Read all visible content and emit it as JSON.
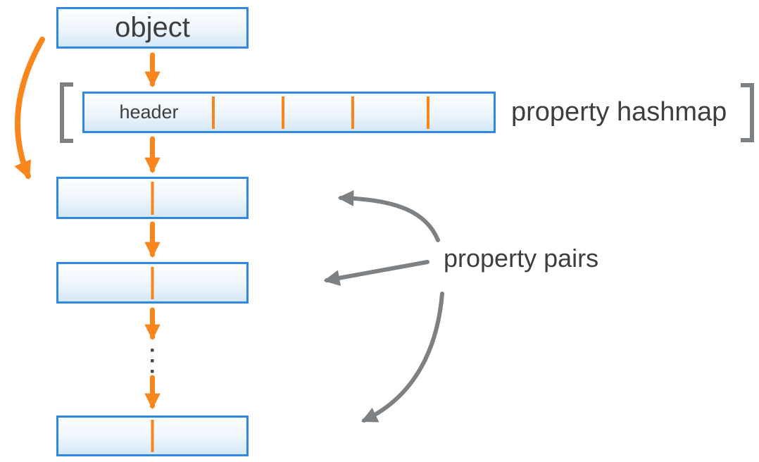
{
  "diagram": {
    "object_box": {
      "label": "object"
    },
    "hashmap": {
      "header_cell_label": "header",
      "label": "property hashmap",
      "cell_divider_count": 4
    },
    "property_pairs": {
      "label": "property pairs",
      "box_count": 3
    },
    "colors": {
      "accent_orange": "#F8861D",
      "box_border": "#3089E0",
      "box_fill_top": "#FEFEFF",
      "box_fill_bottom": "#D5E7F7",
      "annotation_gray": "#7D8184",
      "label_text": "#3E3E3E",
      "ellipsis_dots": "#47494B"
    }
  }
}
